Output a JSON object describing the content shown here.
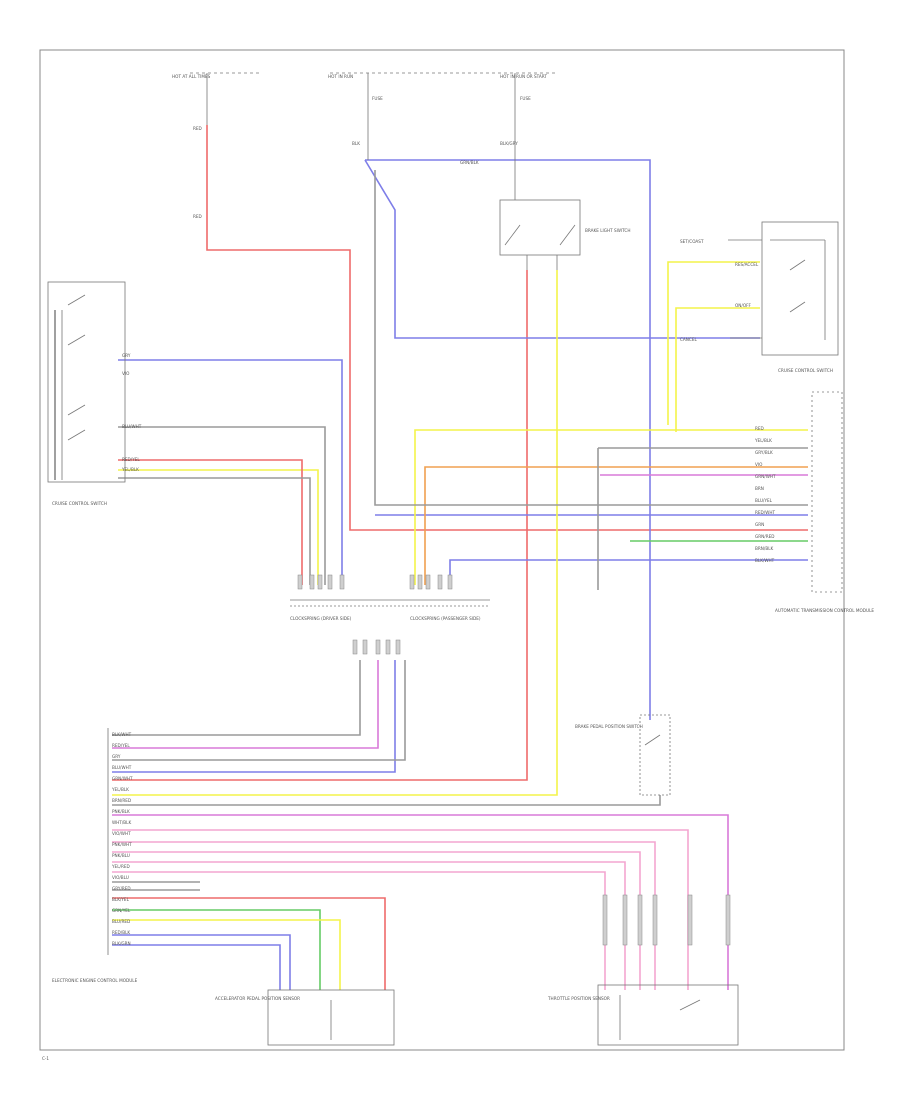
{
  "diagram": {
    "page_id": "C-1",
    "colors": {
      "red": "#ee6b6b",
      "blue": "#7e7ee8",
      "yellow": "#f3f34a",
      "violet": "#d97ad9",
      "pink": "#f4a6d0",
      "green": "#66cc66",
      "orange": "#f0a050",
      "gray": "#9a9a9a",
      "dark": "#555555"
    },
    "top": {
      "hot_all_times_label": "HOT AT ALL TIMES",
      "hot_run_label": "HOT IN RUN",
      "hot_run_start_label": "HOT IN RUN OR START",
      "fuse_a": "FUSE",
      "fuse_b": "FUSE",
      "wire_red": "RED",
      "wire_blk": "BLK",
      "wire_blk_gry": "BLK/GRY",
      "wire_grn_blk": "GRN/BLK",
      "relay_label": "BRAKE LIGHT SWITCH"
    },
    "left_switch": {
      "label": "CRUISE CONTROL SWITCH",
      "pins": [
        "GRY",
        "VIO",
        "BLU/WHT",
        "RED/YEL",
        "YEL/BLK"
      ]
    },
    "right_switch": {
      "label": "CRUISE CONTROL SWITCH",
      "pins": [
        "SET/COAST",
        "RES/ACCEL",
        "ON/OFF",
        "CANCEL"
      ]
    },
    "module": {
      "label": "AUTOMATIC TRANSMISSION CONTROL MODULE",
      "pins": [
        "RED",
        "YEL/BLK",
        "GRY/BLK",
        "VIO",
        "GRN/WHT",
        "BRN",
        "BLU/YEL",
        "RED/WHT",
        "GRN",
        "GRN/RED",
        "BRN/BLK",
        "BLK/WHT"
      ]
    },
    "clock_spring": {
      "label_left": "CLOCKSPRING (DRIVER SIDE)",
      "label_right": "CLOCKSPRING (PASSENGER SIDE)"
    },
    "brake_switch": {
      "label": "BRAKE PEDAL POSITION SWITCH"
    },
    "bottom_list": {
      "label": "ELECTRONIC ENGINE CONTROL MODULE",
      "rows": [
        "BLK/WHT",
        "RED/YEL",
        "GRY",
        "BLU/WHT",
        "GRN/WHT",
        "YEL/BLK",
        "BRN/RED",
        "PNK/BLK",
        "WHT/BLK",
        "VIO/WHT",
        "PNK/WHT",
        "PNK/BLU",
        "YEL/RED",
        "VIO/BLU",
        "GRY/RED",
        "BLK/YEL",
        "GRN/YEL",
        "BLU/RED",
        "RED/BLK",
        "BLK/GRN"
      ]
    },
    "bottom_connectors": {
      "left_label": "ACCELERATOR PEDAL POSITION SENSOR",
      "right_label": "THROTTLE POSITION SENSOR"
    }
  }
}
